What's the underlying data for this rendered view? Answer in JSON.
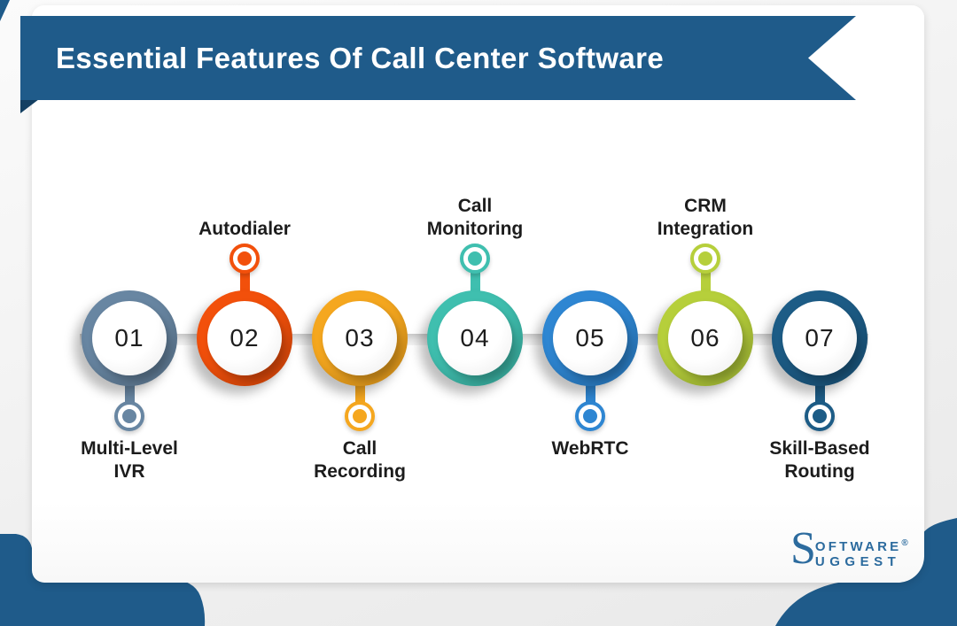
{
  "banner": {
    "title": "Essential Features Of Call Center Software"
  },
  "features": [
    {
      "number": "01",
      "label": "Multi-Level\nIVR",
      "color": "#6886A2",
      "position": "below"
    },
    {
      "number": "02",
      "label": "Autodialer",
      "color": "#F2500B",
      "position": "above"
    },
    {
      "number": "03",
      "label": "Call\nRecording",
      "color": "#F5A71F",
      "position": "below"
    },
    {
      "number": "04",
      "label": "Call\nMonitoring",
      "color": "#3FBFAF",
      "position": "above"
    },
    {
      "number": "05",
      "label": "WebRTC",
      "color": "#2E86D2",
      "position": "below"
    },
    {
      "number": "06",
      "label": "CRM\nIntegration",
      "color": "#B6CF3B",
      "position": "above"
    },
    {
      "number": "07",
      "label": "Skill-Based\nRouting",
      "color": "#1D5C86",
      "position": "below"
    }
  ],
  "logo": {
    "initial": "S",
    "line1": "OFTWARE",
    "line2": "UGGEST",
    "registered": "®"
  },
  "colors": {
    "brand_blue": "#1F5B8A",
    "ribbon_fold": "#133F62",
    "logo_blue": "#2C6B9E"
  }
}
